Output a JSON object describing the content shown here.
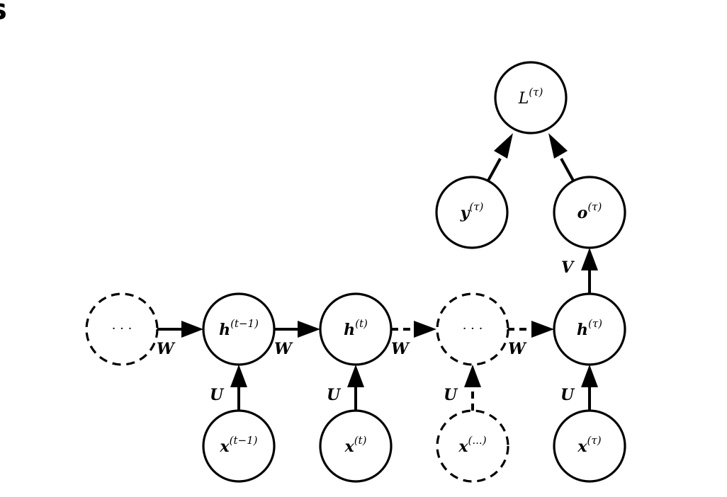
{
  "page": {
    "corner_fragment": "s"
  },
  "nodes": [
    {
      "id": "h-prev-ellipsis",
      "base": "",
      "sup": "",
      "text": "· · ·",
      "dashed": true
    },
    {
      "id": "h-t-minus-1",
      "base": "h",
      "sup": "(t−1)",
      "dashed": false
    },
    {
      "id": "h-t",
      "base": "h",
      "sup": "(t)",
      "dashed": false
    },
    {
      "id": "h-mid-ellipsis",
      "base": "",
      "sup": "",
      "text": "· · ·",
      "dashed": true
    },
    {
      "id": "h-tau",
      "base": "h",
      "sup": "(τ)",
      "dashed": false
    },
    {
      "id": "x-t-minus-1",
      "base": "x",
      "sup": "(t−1)",
      "dashed": false
    },
    {
      "id": "x-t",
      "base": "x",
      "sup": "(t)",
      "dashed": false
    },
    {
      "id": "x-ellipsis",
      "base": "x",
      "sup": "(...)",
      "dashed": true
    },
    {
      "id": "x-tau",
      "base": "x",
      "sup": "(τ)",
      "dashed": false
    },
    {
      "id": "o-tau",
      "base": "o",
      "sup": "(τ)",
      "dashed": false
    },
    {
      "id": "y-tau",
      "base": "y",
      "sup": "(τ)",
      "dashed": false
    },
    {
      "id": "loss-tau",
      "base": "L",
      "sup": "(τ)",
      "dashed": false
    }
  ],
  "edge_labels": {
    "recurrent_weight": "W",
    "input_weight": "U",
    "output_weight": "V"
  },
  "colors": {
    "stroke": "#000000",
    "background": "#ffffff"
  }
}
